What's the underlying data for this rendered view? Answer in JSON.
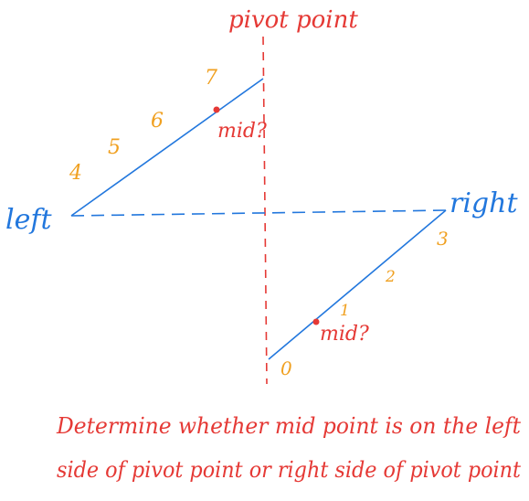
{
  "title": "pivot point",
  "left_label": "left",
  "right_label": "right",
  "upper_segment": {
    "numbers": [
      "4",
      "5",
      "6",
      "7"
    ],
    "mid_label": "mid?"
  },
  "lower_segment": {
    "numbers": [
      "0",
      "1",
      "2",
      "3"
    ],
    "mid_label": "mid?"
  },
  "question_line_1": "Determine whether mid point is on the left",
  "question_line_2": "side of pivot point or right side of pivot point",
  "colors": {
    "red": "#e53935",
    "blue": "#2277dd",
    "orange": "#f0a020"
  }
}
